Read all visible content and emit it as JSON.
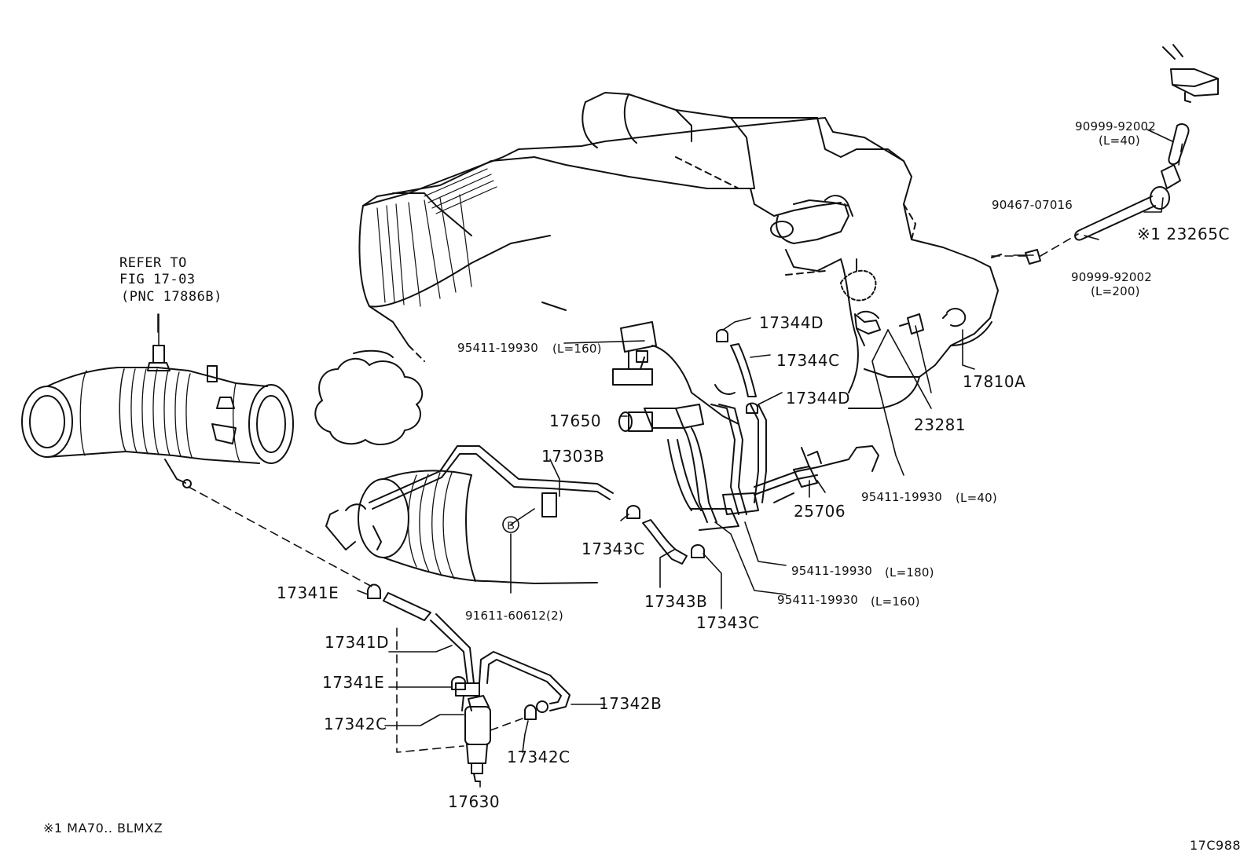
{
  "refer": {
    "line1": "REFER TO",
    "line2": "FIG 17-03",
    "line3": "(PNC 17886B)"
  },
  "labels": {
    "p_90999_92002_top": "90999-92002",
    "p_90999_92002_top_len": "(L=40)",
    "p_90467_07016": "90467-07016",
    "p_23265c": "※1 23265C",
    "p_90999_92002_bottom": "90999-92002",
    "p_90999_92002_bottom_len": "(L=200)",
    "p_17344d_top": "17344D",
    "p_95411_19930_l160_top": "95411-19930",
    "p_95411_19930_l160_top_len": "(L=160)",
    "p_17344c": "17344C",
    "p_17810a": "17810A",
    "p_17344d_mid": "17344D",
    "p_17650": "17650",
    "p_23281": "23281",
    "p_17303b": "17303B",
    "p_95411_19930_l40": "95411-19930",
    "p_95411_19930_l40_len": "(L=40)",
    "p_25706": "25706",
    "p_17343c_left": "17343C",
    "p_95411_19930_l180": "95411-19930",
    "p_95411_19930_l180_len": "(L=180)",
    "p_95411_19930_l160_bottom": "95411-19930",
    "p_95411_19930_l160_bottom_len": "(L=160)",
    "p_17341e_top": "17341E",
    "p_91611_60612": "91611-60612(2)",
    "p_17343b": "17343B",
    "p_17343c_bottom": "17343C",
    "p_17341d": "17341D",
    "p_17341e_bottom": "17341E",
    "p_17342b": "17342B",
    "p_17342c_left": "17342C",
    "p_17342c_right": "17342C",
    "p_17630": "17630"
  },
  "footnote": "※1  MA70.. BLMXZ",
  "figure_code": "17C988",
  "marker_letter": "B"
}
